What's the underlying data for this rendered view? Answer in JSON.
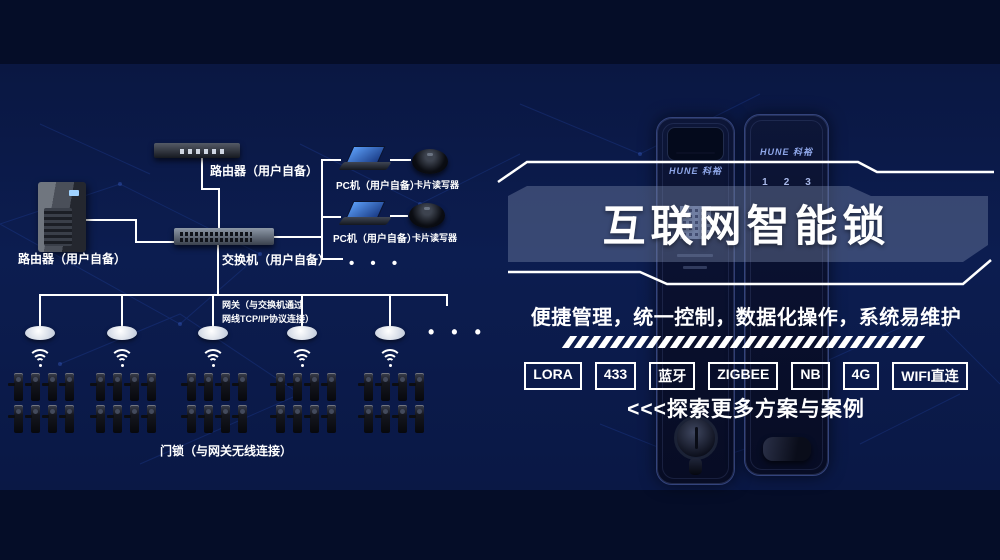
{
  "colors": {
    "background": "#050d28",
    "band": "#0c1d50",
    "line_white": "#ffffff",
    "banner_tint": "rgba(120,134,168,0.42)",
    "lock_panel": "#0a1130",
    "brand_blue": "#8ea6e8"
  },
  "diagram": {
    "server": {
      "label": "路由器（用户自备）"
    },
    "router": {
      "label": "路由器（用户自备）"
    },
    "switch": {
      "label": "交换机（用户自备）"
    },
    "pcs": [
      {
        "label": "PC机（用户自备）",
        "reader_label": "卡片读写器"
      },
      {
        "label": "PC机（用户自备）",
        "reader_label": "卡片读写器"
      }
    ],
    "more_pcs_dots": "• • •",
    "gateway_note_line1": "网关（与交换机通过",
    "gateway_note_line2": "网线TCP/IP协议连接）",
    "gateway_groups": 5,
    "lock_rows": 2,
    "locks_per_row": 4,
    "more_gateways_dots": "• • •",
    "locks_label": "门锁（与网关无线连接）"
  },
  "hero": {
    "title": "互联网智能锁",
    "tagline": "便捷管理，统一控制，数据化操作，系统易维护",
    "stripes_count": 30,
    "tags": [
      "LORA",
      "433",
      "蓝牙",
      "ZIGBEE",
      "NB",
      "4G",
      "WIFI直连"
    ],
    "explore": "<<<探索更多方案与案例",
    "brand": "HUNE 科裕",
    "keypad_row": "123"
  }
}
